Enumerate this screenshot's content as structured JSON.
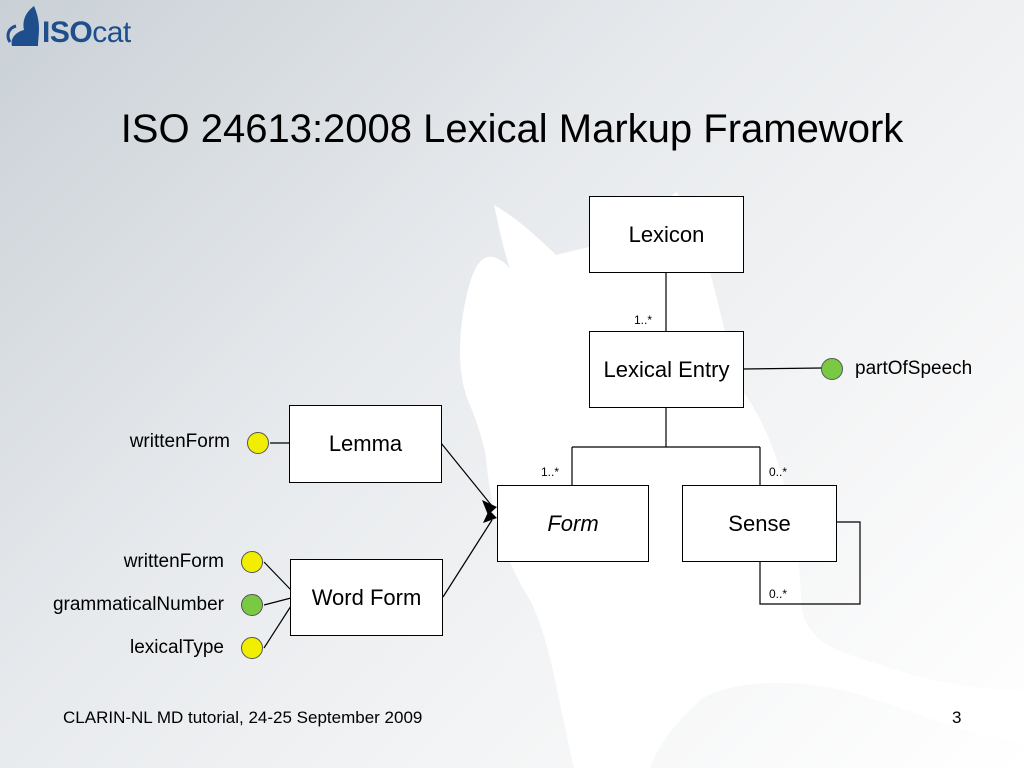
{
  "logo": {
    "iso": "ISO",
    "cat": "cat"
  },
  "title": "ISO 24613:2008 Lexical Markup Framework",
  "classes": {
    "lexicon": "Lexicon",
    "lexical_entry": "Lexical Entry",
    "lemma": "Lemma",
    "form": "Form",
    "sense": "Sense",
    "word_form": "Word Form"
  },
  "multiplicities": {
    "lexicon_entry": "1..*",
    "entry_form": "1..*",
    "entry_sense": "0..*",
    "sense_self": "0..*"
  },
  "attributes": {
    "part_of_speech": "partOfSpeech",
    "lemma_written_form": "writtenForm",
    "wordform_written_form": "writtenForm",
    "grammatical_number": "grammaticalNumber",
    "lexical_type": "lexicalType"
  },
  "colors": {
    "yellow_dot": "#f2ee00",
    "green_dot": "#7ac943",
    "logo_blue": "#1f4e8c"
  },
  "footer": {
    "text": "CLARIN-NL MD tutorial, 24-25 September 2009",
    "page_number": "3"
  }
}
